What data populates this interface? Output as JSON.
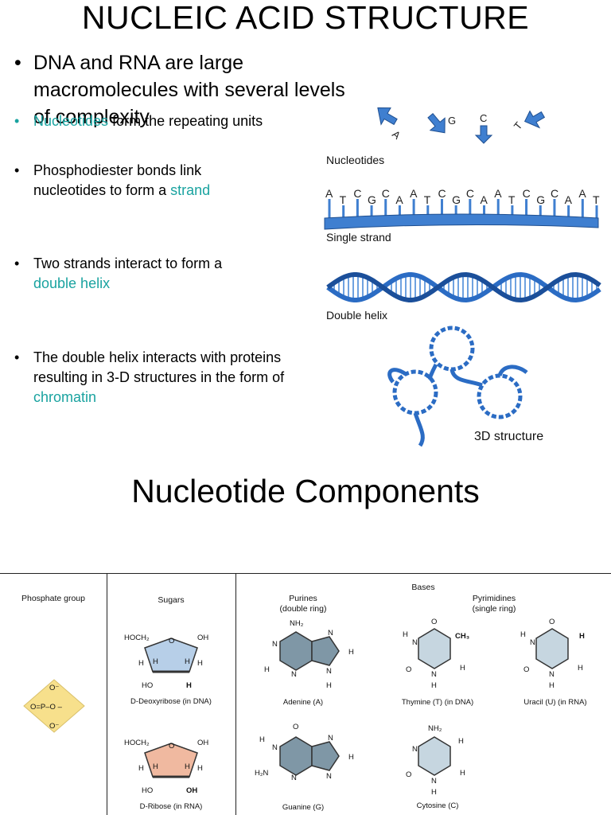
{
  "title": "NUCLEIC ACID STRUCTURE",
  "main_bullet": "DNA and RNA are large macromolecules with several levels of complexity",
  "bullet_glyph": "•",
  "sub_bullets": [
    {
      "highlight": "Nucleotides",
      "text_before": "",
      "text_after": " form the repeating units"
    },
    {
      "text_before": "Phosphodiester bonds link nucleotides to form a ",
      "highlight": "strand",
      "text_after": ""
    },
    {
      "text_before": "Two strands interact to form a ",
      "highlight": "double helix",
      "text_after": ""
    },
    {
      "text_before": "The double helix interacts with proteins resulting in 3-D structures in the form of ",
      "highlight": "chromatin",
      "text_after": ""
    }
  ],
  "figure": {
    "nucleotides_label": "Nucleotides",
    "nucleotide_letters": [
      "A",
      "G",
      "C",
      "T"
    ],
    "strand_sequence": "ATCGCAATCGCAATCGCAAT",
    "single_strand_label": "Single strand",
    "double_helix_label": "Double helix",
    "structure_3d_label": "3D structure"
  },
  "title2": "Nucleotide Components",
  "table": {
    "phosphate_header": "Phosphate group",
    "sugars_header": "Sugars",
    "bases_header": "Bases",
    "purines_header": "Purines\n(double ring)",
    "pyrimidines_header": "Pyrimidines\n(single ring)",
    "phosphate_atoms": {
      "o_top": "O⁻",
      "p_row": "O=P–O –",
      "o_bottom": "O⁻"
    },
    "sugars": [
      {
        "name": "D-Deoxyribose (in DNA)",
        "top_left": "HOCH₂",
        "top_right": "OH",
        "bottom_left": "HO",
        "bottom_right": "H",
        "ring_o": "O",
        "h": "H",
        "fill": "#b7cfe8"
      },
      {
        "name": "D-Ribose (in RNA)",
        "top_left": "HOCH₂",
        "top_right": "OH",
        "bottom_left": "HO",
        "bottom_right": "OH",
        "ring_o": "O",
        "h": "H",
        "fill": "#f0b9a0"
      }
    ],
    "bases": [
      {
        "name": "Adenine (A)",
        "fill": "#7f97a6"
      },
      {
        "name": "Guanine (G)",
        "fill": "#7f97a6"
      },
      {
        "name": "Thymine (T) (in DNA)",
        "fill": "#c6d6e0",
        "substituent": "CH₃"
      },
      {
        "name": "Uracil (U) (in RNA)",
        "fill": "#c6d6e0",
        "substituent": "H"
      },
      {
        "name": "Cytosine (C)",
        "fill": "#c6d6e0"
      }
    ],
    "atoms": {
      "n": "N",
      "h": "H",
      "o": "O",
      "nh2": "NH₂",
      "h2n": "H₂N"
    }
  },
  "colors": {
    "teal": "#1aa3a0",
    "dna_blue": "#2b6cc4",
    "phosphate_yellow": "#f7e08c"
  }
}
